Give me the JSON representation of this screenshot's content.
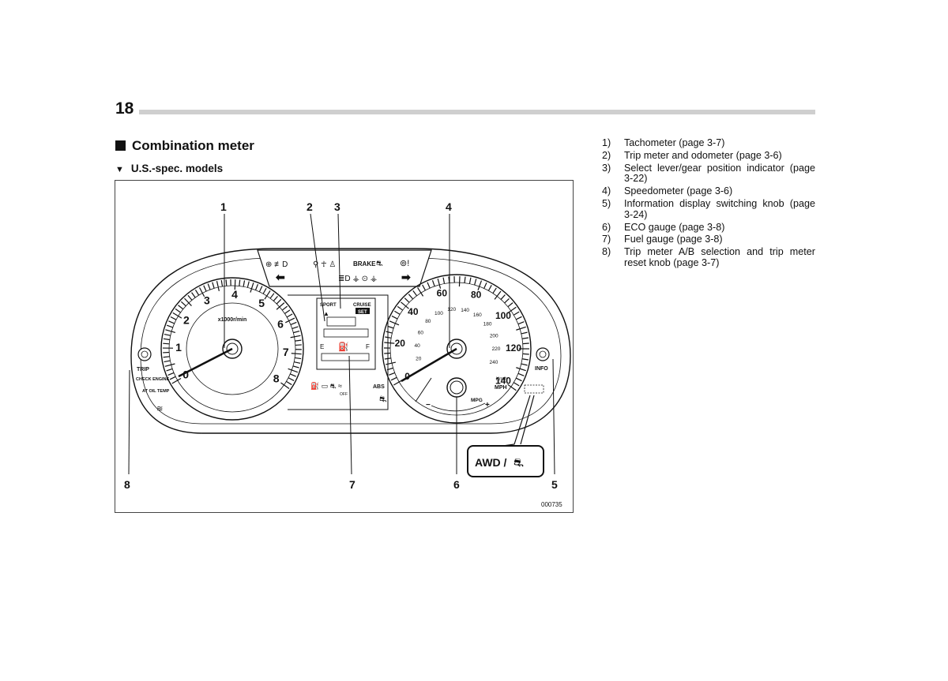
{
  "page": {
    "number": "18"
  },
  "section": {
    "title": "Combination meter"
  },
  "subsection": {
    "title": "U.S.-spec. models"
  },
  "legend": [
    {
      "num": "1)",
      "text": "Tachometer (page 3-7)"
    },
    {
      "num": "2)",
      "text": "Trip meter and odometer (page 3-6)"
    },
    {
      "num": "3)",
      "text": "Select lever/gear position indicator (page 3-22)"
    },
    {
      "num": "4)",
      "text": "Speedometer (page 3-6)"
    },
    {
      "num": "5)",
      "text": "Information display switching knob (page 3-24)"
    },
    {
      "num": "6)",
      "text": "ECO gauge (page 3-8)"
    },
    {
      "num": "7)",
      "text": "Fuel gauge (page 3-8)"
    },
    {
      "num": "8)",
      "text": "Trip meter A/B selection and trip meter reset knob (page 3-7)"
    }
  ],
  "figure": {
    "callouts": [
      "1",
      "2",
      "3",
      "4",
      "5",
      "6",
      "7",
      "8"
    ],
    "figure_id": "000735",
    "tachometer": {
      "unit": "x1000r/min",
      "ticks": [
        "0",
        "1",
        "2",
        "3",
        "4",
        "5",
        "6",
        "7",
        "8"
      ]
    },
    "speedometer": {
      "mph_ticks": [
        "0",
        "20",
        "40",
        "60",
        "80",
        "100",
        "120",
        "140"
      ],
      "kmh_ticks": [
        "20",
        "40",
        "60",
        "80",
        "100",
        "120",
        "140",
        "160",
        "180",
        "200",
        "220",
        "240"
      ],
      "mph_label": "MPH",
      "kmh_label": "Km/h"
    },
    "center_display": {
      "sport": "SPORT",
      "cruise": "CRUISE",
      "set": "SET",
      "fuel_e": "E",
      "fuel_f": "F"
    },
    "indicators": {
      "brake": "BRAKE",
      "abs": "ABS",
      "off": "OFF"
    },
    "knobs": {
      "trip": "TRIP",
      "info": "INFO"
    },
    "left_warnings": {
      "check_engine": "CHECK ENGINE",
      "at_oil_temp": "AT OIL TEMP"
    },
    "eco": {
      "label": "MPG",
      "minus": "−",
      "plus": "+"
    },
    "awd_callout": "AWD /"
  }
}
